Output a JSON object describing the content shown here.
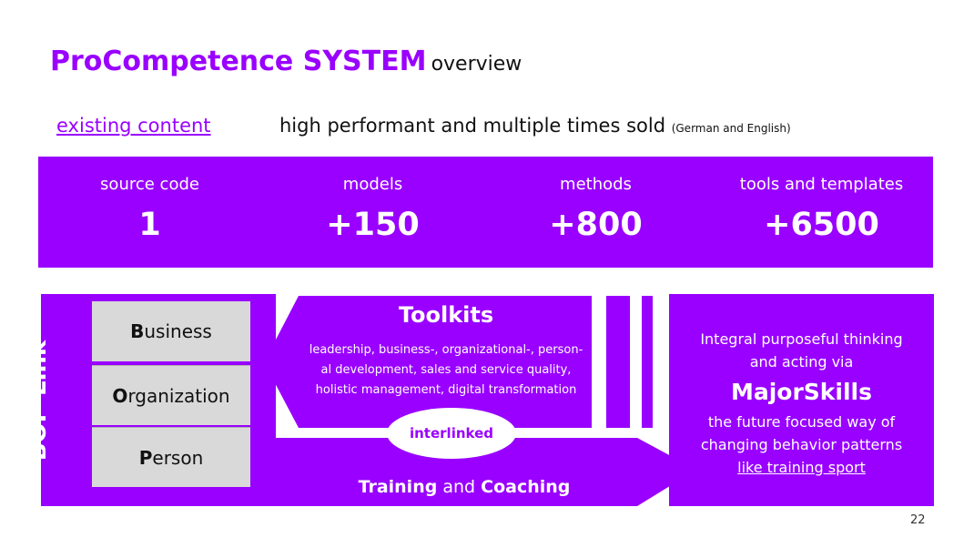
{
  "title": {
    "bold": "ProCompetence SYSTEM",
    "rest": "overview"
  },
  "subtitle": {
    "link_text": "existing content",
    "main": "high performant and multiple times sold ",
    "note": "(German and English)"
  },
  "stats": [
    {
      "label": "source code",
      "value": "1"
    },
    {
      "label": "models",
      "value": "+150"
    },
    {
      "label": "methods",
      "value": "+800"
    },
    {
      "label": "tools and templates",
      "value": "+6500"
    }
  ],
  "bop": {
    "label": "BOP-Link",
    "items": [
      {
        "initial": "B",
        "rest": "usiness"
      },
      {
        "initial": "O",
        "rest": "rganization"
      },
      {
        "initial": "P",
        "rest": "erson"
      }
    ]
  },
  "toolkits": {
    "title": "Toolkits",
    "desc": [
      "leadership, business-, organizational-, person-",
      "al development, sales and service quality,",
      "holistic management, digital transformation"
    ]
  },
  "interlinked": "interlinked",
  "training": {
    "part1": "Training",
    "and": " and ",
    "part2": "Coaching"
  },
  "major": {
    "line1a": "Integral purposeful thinking",
    "line1b": "and acting via",
    "title": "MajorSkills",
    "line3a": "the future focused way of",
    "line3b": "changing behavior patterns",
    "link": "like training sport"
  },
  "page_number": "22",
  "colors": {
    "accent": "#9900ff",
    "box": "#d9d9d9"
  }
}
